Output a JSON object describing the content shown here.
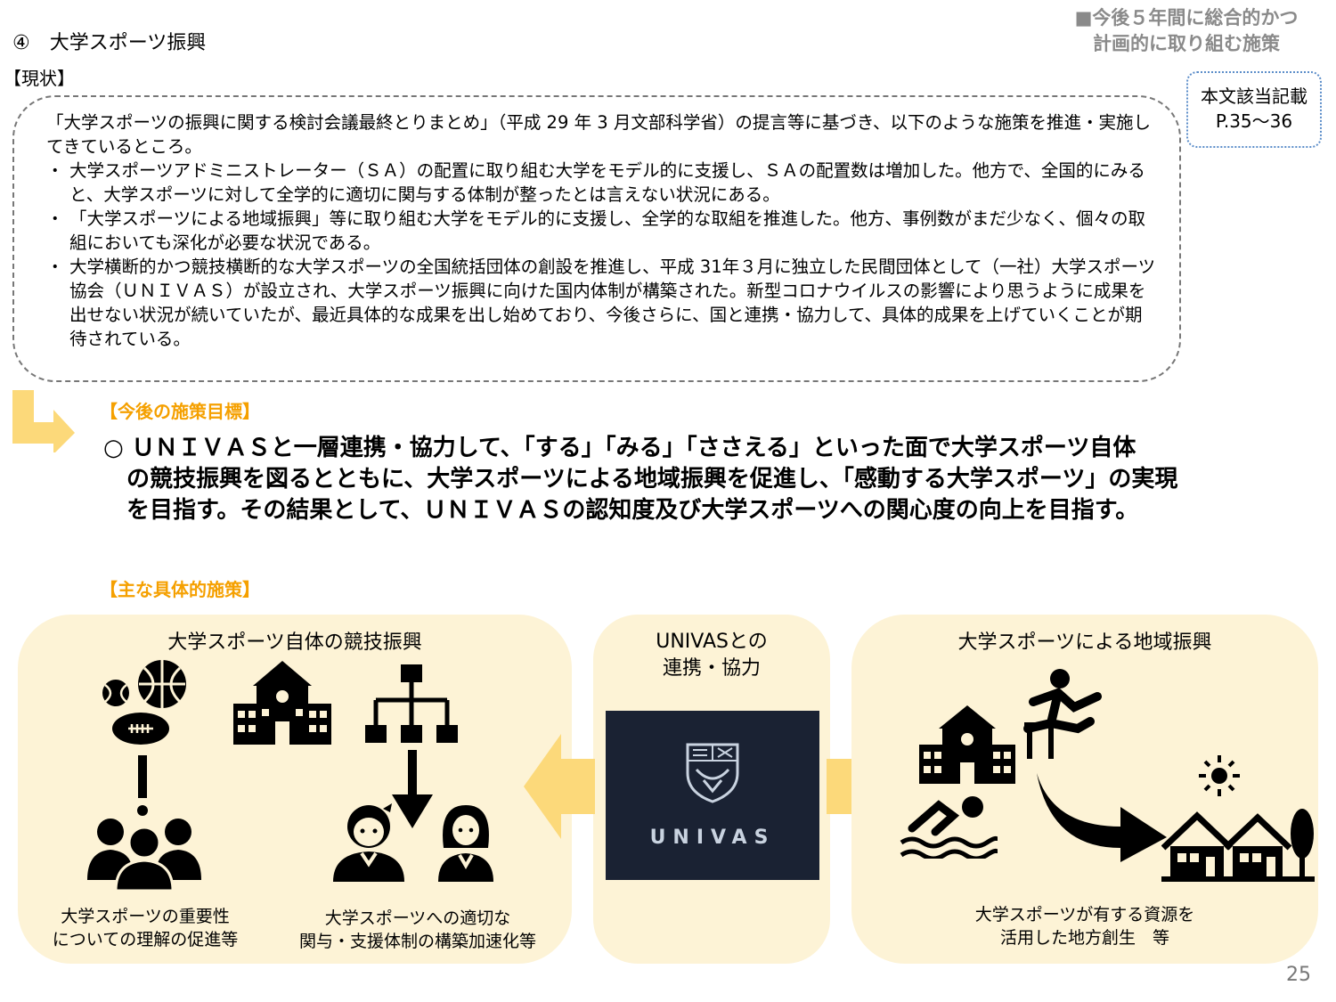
{
  "header": {
    "section_title": "④　大学スポーツ振興",
    "top_right_line1": "■今後５年間に総合的かつ",
    "top_right_line2": "計画的に取り組む施策",
    "reference_line1": "本文該当記載",
    "reference_line2": "P.35～36"
  },
  "status": {
    "label": "【現状】",
    "intro": "「大学スポーツの振興に関する検討会議最終とりまとめ」（平成 29 年 3 月文部科学省）の提言等に基づき、以下のような施策を推進・実施してきているところ。",
    "bullet_mark": "・",
    "bullets": [
      "大学スポーツアドミニストレーター（ＳＡ）の配置に取り組む大学をモデル的に支援し、ＳＡの配置数は増加した。他方で、全国的にみると、大学スポーツに対して全学的に適切に関与する体制が整ったとは言えない状況にある。",
      "「大学スポーツによる地域振興」等に取り組む大学をモデル的に支援し、全学的な取組を推進した。他方、事例数がまだ少なく、個々の取組においても深化が必要な状況である。",
      "大学横断的かつ競技横断的な大学スポーツの全国統括団体の創設を推進し、平成 31年３月に独立した民間団体として（一社）大学スポーツ協会（ＵＮＩＶＡＳ）が設立され、大学スポーツ振興に向けた国内体制が構築された。新型コロナウイルスの影響により思うように成果を出せない状況が続いていたが、最近具体的な成果を出し始めており、今後さらに、国と連携・協力して、具体的成果を上げていくことが期待されている。"
    ]
  },
  "goal": {
    "label": "【今後の施策目標】",
    "line1": "○ ＵＮＩＶＡＳと一層連携・協力して、「する」「みる」「ささえる」といった面で大学スポーツ自体",
    "line2": "　の競技振興を図るとともに、大学スポーツによる地域振興を促進し、「感動する大学スポーツ」の実現",
    "line3": "　を目指す。その結果として、ＵＮＩＶＡＳの認知度及び大学スポーツへの関心度の向上を目指す。"
  },
  "measures": {
    "label": "【主な具体的施策】",
    "left_panel": {
      "title": "大学スポーツ自体の競技振興",
      "caption1_line1": "大学スポーツの重要性",
      "caption1_line2": "についての理解の促進等",
      "caption2_line1": "大学スポーツへの適切な",
      "caption2_line2": "関与・支援体制の構築加速化等"
    },
    "center_panel": {
      "title_line1": "UNIVASとの",
      "title_line2": "連携・協力",
      "logo_text": "UNIVAS"
    },
    "right_panel": {
      "title": "大学スポーツによる地域振興",
      "caption_line1": "大学スポーツが有する資源を",
      "caption_line2": "活用した地方創生　等"
    }
  },
  "page_number": "25",
  "colors": {
    "accent_orange": "#f5a000",
    "panel_bg": "#fdf3d6",
    "arrow_yellow": "#fcd97a",
    "logo_bg": "#1a2233"
  }
}
